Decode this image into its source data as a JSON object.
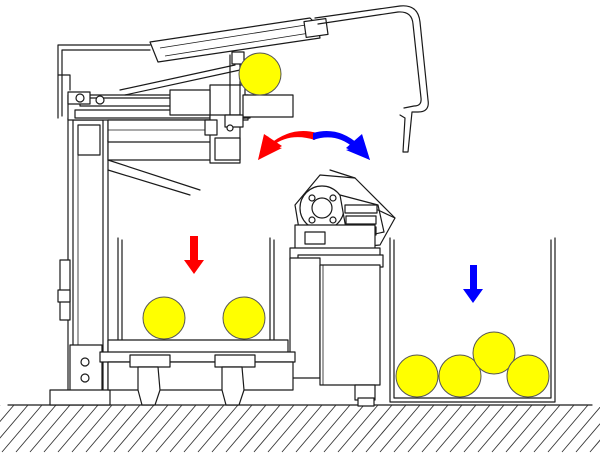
{
  "colors": {
    "line": "#1a1a1a",
    "ball": "#ffff00",
    "red_arrow": "#ff0000",
    "blue_arrow": "#0000ff",
    "background": "#ffffff"
  },
  "balls": {
    "left_bin_count": 2,
    "right_bin_count": 4,
    "gripper_count": 1
  },
  "arrows": {
    "rotation": "bidirectional-curved",
    "left_drop": "down",
    "right_drop": "down"
  }
}
